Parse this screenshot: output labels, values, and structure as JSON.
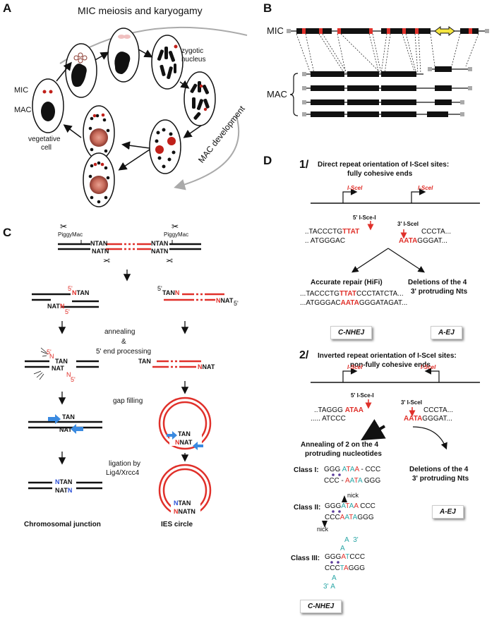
{
  "panels": {
    "a": "A",
    "b": "B",
    "c": "C",
    "d": "D"
  },
  "panelA": {
    "title": "MIC meiosis and karyogamy",
    "mic": "MIC",
    "mac": "MAC",
    "zygotic": "zygotic",
    "nucleus": "nucleus",
    "vegetative": "vegetative",
    "cell": "cell",
    "mac_dev": "MAC development"
  },
  "panelB": {
    "mic": "MIC",
    "mac": "MAC"
  },
  "panelC": {
    "piggy1": "PiggyMac",
    "piggy2": "PiggyMac",
    "annealing": "annealing",
    "amp": "&",
    "end_proc": "5' end processing",
    "gap": "gap filling",
    "lig1": "ligation by",
    "lig2": "Lig4/Xrcc4",
    "chrom": "Chromosomal junction",
    "ies": "IES circle",
    "ntan": "NTAN",
    "natn": "NATN",
    "tan": "TAN",
    "nat": "NAT",
    "n": "N",
    "p5": "5'"
  },
  "panelD": {
    "s1_num": "1/",
    "s1_l1": "Direct repeat orientation of I-SceI sites:",
    "s1_l2": "fully cohesive ends",
    "isce": "I-SceI",
    "s1_5": "5' I-Sce-I",
    "s1_3": "3' I-SceI",
    "seq1a": "..TACCCTG",
    "seq1a_r": "TTAT",
    "seq1b": ".. ATGGGAC",
    "seq1c_r": "AATA",
    "seq1c": "GGGAT...",
    "seq1d": "CCCTA...",
    "acc": "Accurate repair (HiFi)",
    "rep1a": "...TACCCTG",
    "rep1a_r": "TTAT",
    "rep1a2": "CCCTATCTA...",
    "rep1b": "...ATGGGAC",
    "rep1b_r": "AATA",
    "rep1b2": "GGGATAGAT...",
    "del1": "Deletions of the 4",
    "del2": "3' protruding Nts",
    "cnhej": "C-NHEJ",
    "aej": "A-EJ",
    "s2_num": "2/",
    "s2_l1": "Inverted repeat orientation of I-SceI sites:",
    "s2_l2": "non-fully cohesive ends",
    "s2_5": "5' I-Sce-I",
    "s2_3": "3' I-SceI",
    "seq2a": "..TAGGG ",
    "seq2a_r": "ATAA",
    "seq2b": "..... ATCCC",
    "seq2c": "CCCTA...",
    "seq2d_r": "AATA",
    "seq2d": "GGGAT...",
    "ann1": "Annealing of 2 on the 4",
    "ann2": "protruding nucleotides",
    "c1": "Class I:",
    "c2": "Class II:",
    "c3": "Class III:",
    "nick": "nick"
  }
}
